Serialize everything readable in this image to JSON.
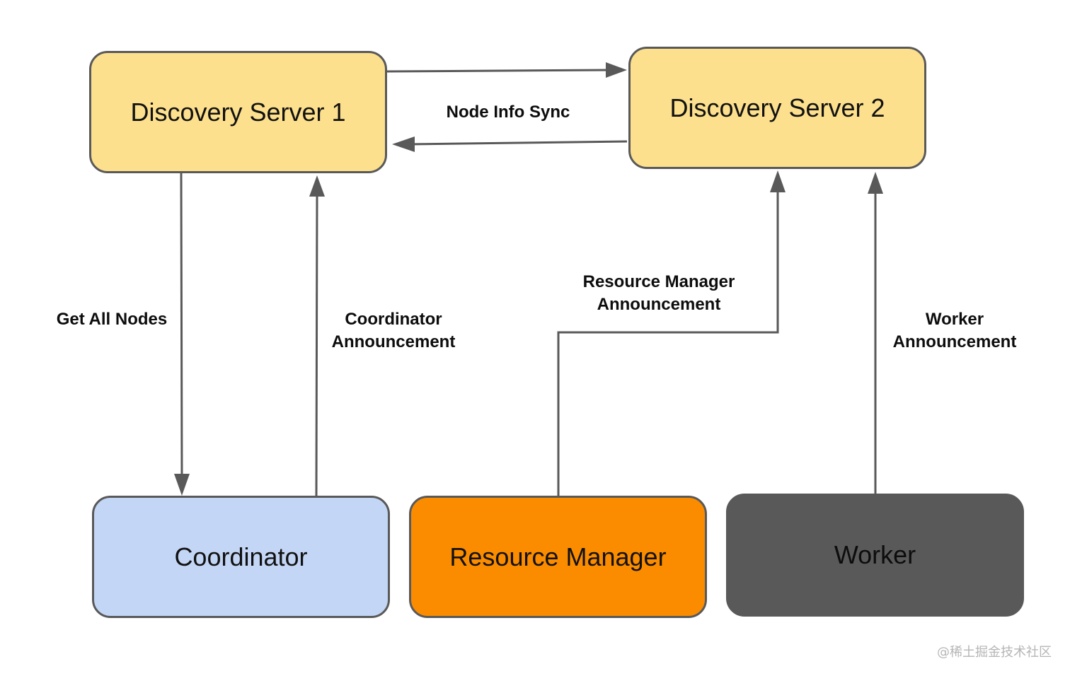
{
  "nodes": {
    "discovery_server_1": "Discovery Server 1",
    "discovery_server_2": "Discovery Server 2",
    "coordinator": "Coordinator",
    "resource_manager": "Resource Manager",
    "worker": "Worker"
  },
  "edges": {
    "node_info_sync": "Node Info Sync",
    "get_all_nodes": "Get All Nodes",
    "coordinator_announcement": [
      "Coordinator",
      "Announcement"
    ],
    "resource_manager_announcement": [
      "Resource Manager",
      "Announcement"
    ],
    "worker_announcement": [
      "Worker",
      "Announcement"
    ]
  },
  "watermark": "@稀土掘金技术社区",
  "colors": {
    "server_fill": "#fde08d",
    "coordinator_fill": "#c3d6f5",
    "resource_manager_fill": "#fb8c00",
    "worker_fill": "#595959",
    "border": "#595959",
    "arrow": "#595959"
  }
}
